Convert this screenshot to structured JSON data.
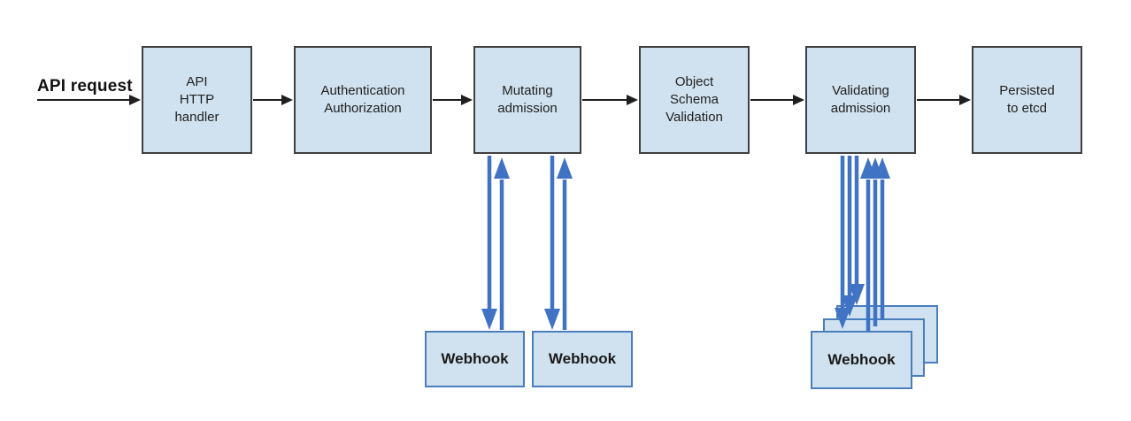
{
  "diagram": {
    "start_label": "API request",
    "pipeline": [
      {
        "id": "api-http-handler",
        "label": "API\nHTTP\nhandler"
      },
      {
        "id": "authn-authz",
        "label": "Authentication\nAuthorization"
      },
      {
        "id": "mutating-admission",
        "label": "Mutating\nadmission"
      },
      {
        "id": "object-schema-validation",
        "label": "Object\nSchema\nValidation"
      },
      {
        "id": "validating-admission",
        "label": "Validating\nadmission"
      },
      {
        "id": "persisted-to-etcd",
        "label": "Persisted\nto etcd"
      }
    ],
    "mutating_webhooks": [
      {
        "label": "Webhook"
      },
      {
        "label": "Webhook"
      }
    ],
    "validating_webhooks": [
      {
        "label": "Webhook"
      },
      {
        "label": "Webhook"
      },
      {
        "label": "Webhook"
      }
    ],
    "colors": {
      "box_fill": "#d0e2f0",
      "box_border": "#3f3f3f",
      "webhook_border": "#4a7ebc",
      "flow_arrow": "#1f1f1f",
      "webhook_arrow": "#4173c4"
    }
  }
}
